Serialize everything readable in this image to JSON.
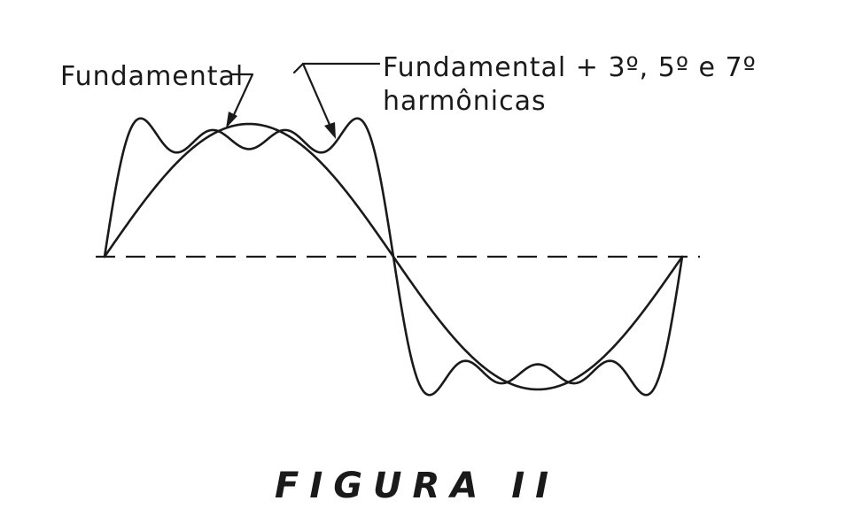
{
  "labels": {
    "fundamental": "Fundamental",
    "harmonics_line1": "Fundamental + 3º, 5º e 7º",
    "harmonics_line2": "harmônicas"
  },
  "caption": "FIGURA II"
}
